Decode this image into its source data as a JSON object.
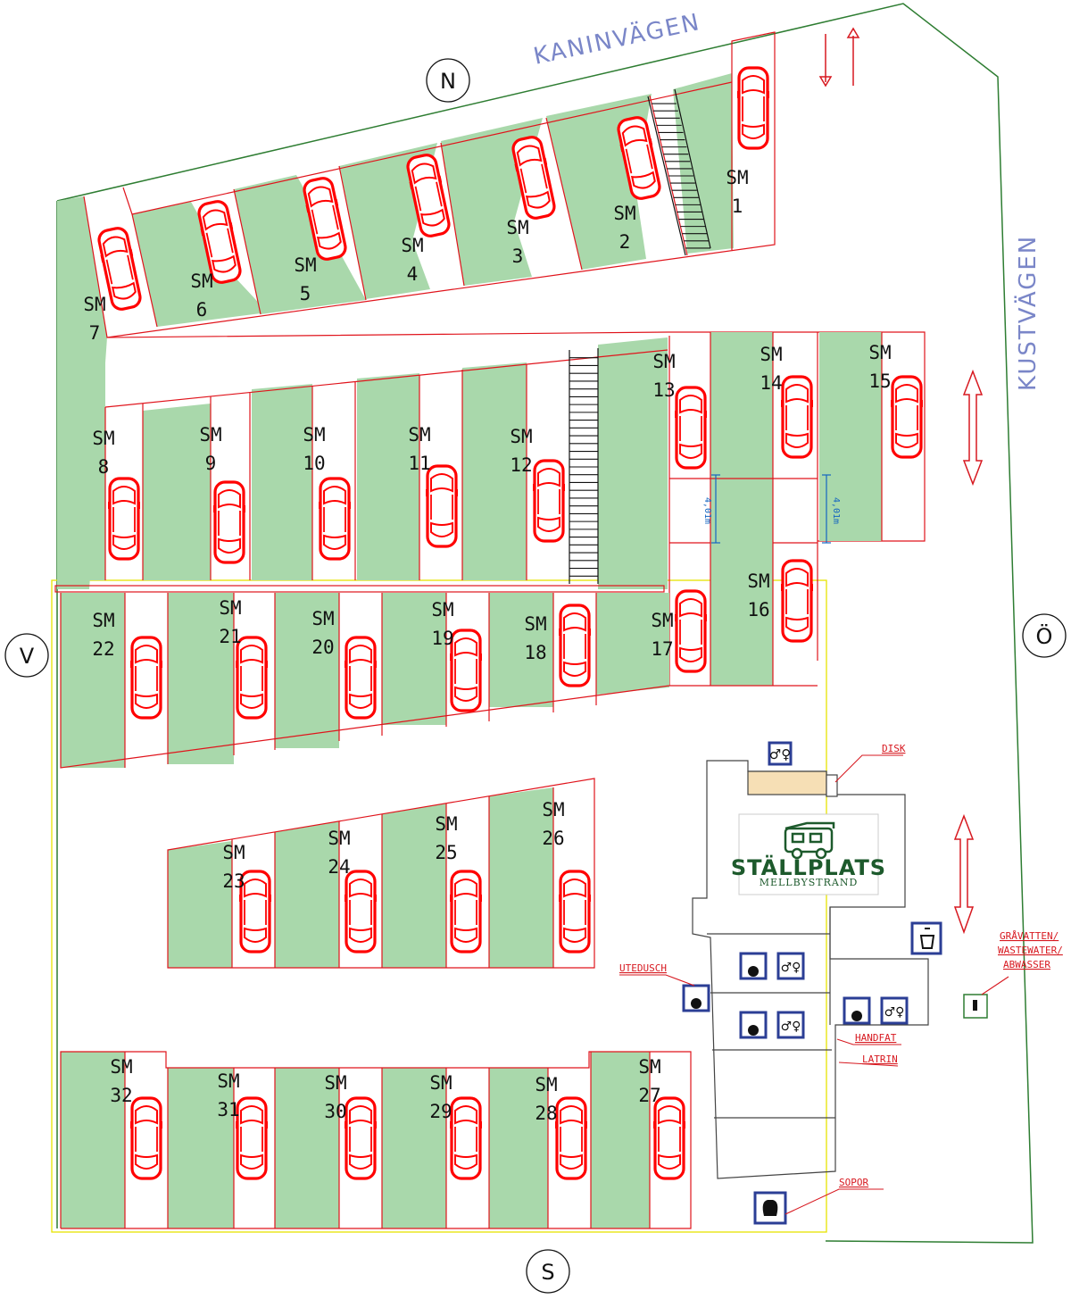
{
  "roads": {
    "north": "KANINVÄGEN",
    "east": "KUSTVÄGEN"
  },
  "compass": {
    "north": "N",
    "south": "S",
    "east": "Ö",
    "west": "V"
  },
  "spot_prefix": "SM",
  "spots": [
    "1",
    "2",
    "3",
    "4",
    "5",
    "6",
    "7",
    "8",
    "9",
    "10",
    "11",
    "12",
    "13",
    "14",
    "15",
    "16",
    "17",
    "18",
    "19",
    "20",
    "21",
    "22",
    "23",
    "24",
    "25",
    "26",
    "27",
    "28",
    "29",
    "30",
    "31",
    "32"
  ],
  "dimensions": {
    "left": "4,01m",
    "right": "4,01m"
  },
  "logo": {
    "title": "STÄLLPLATS",
    "subtitle": "MELLBYSTRAND"
  },
  "notes": {
    "disk": "DISK",
    "gravatten": [
      "GRÅVATTEN/",
      "WASTEWATER/",
      "ABWASSER"
    ],
    "utedusch": "UTEDUSCH",
    "handfat": "HANDFAT",
    "latrin": "LATRIN",
    "sopor": "SOPOR"
  },
  "icons": [
    "wc-icon",
    "shower-icon",
    "dishwash-icon",
    "garbage-bag-icon",
    "greywater-drain-icon",
    "caravan-logo-icon",
    "car-icon",
    "two-way-arrow-icon"
  ],
  "colors": {
    "grass": "#a9d8ab",
    "lot_line": "#e0141c",
    "car": "#ff0000",
    "road_border": "#2e7d32",
    "road_label": "#7a86c8",
    "facility_icon": "#2b3e95"
  }
}
